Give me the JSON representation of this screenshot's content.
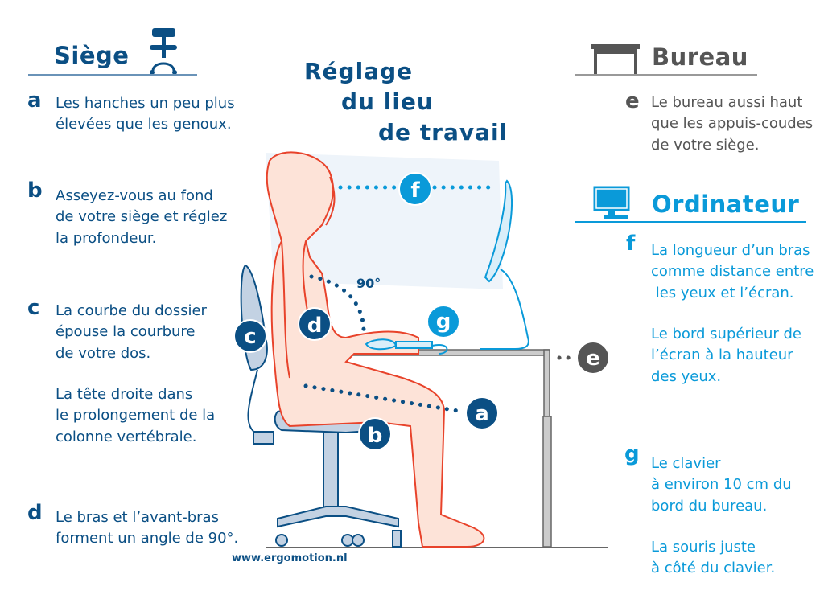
{
  "title": {
    "lines": [
      "Réglage",
      "du lieu",
      "de travail"
    ]
  },
  "sections": {
    "siege": {
      "heading": "Siège",
      "icon": "chair-icon"
    },
    "bureau": {
      "heading": "Bureau",
      "icon": "desk-icon"
    },
    "ordinateur": {
      "heading": "Ordinateur",
      "icon": "computer-icon"
    }
  },
  "items": {
    "a": {
      "letter": "a",
      "text": "Les hanches un peu plus\nélevées que les genoux."
    },
    "b": {
      "letter": "b",
      "text": "Asseyez-vous au fond\nde votre siège et réglez\nla profondeur."
    },
    "c": {
      "letter": "c",
      "text": "La courbe du dossier\népouse la courbure\nde votre dos.",
      "text2": "La tête droite dans\nle prolongement de la\ncolonne vertébrale."
    },
    "d": {
      "letter": "d",
      "text": "Le bras et l’avant-bras\nforment un angle de 90°."
    },
    "e": {
      "letter": "e",
      "text": "Le bureau aussi haut\nque les appuis-coudes\nde votre siège."
    },
    "f": {
      "letter": "f",
      "text": "La longueur d’un bras\ncomme distance entre\n les yeux et l’écran.",
      "text2": "Le bord supérieur de\nl’écran à la hauteur\ndes yeux."
    },
    "g": {
      "letter": "g",
      "text": "Le clavier\nà environ 10 cm du\nbord du bureau.",
      "text2": "La souris juste\nà côté du clavier."
    }
  },
  "diagram": {
    "angle_label": "90°",
    "badges": [
      "a",
      "b",
      "c",
      "d",
      "e",
      "f",
      "g"
    ]
  },
  "footer": {
    "url": "www.ergomotion.nl"
  },
  "colors": {
    "dark_blue": "#0b4f84",
    "light_blue": "#0a9ad9",
    "grey": "#555555",
    "body_line": "#e8432b",
    "skin": "#fde3d8"
  }
}
